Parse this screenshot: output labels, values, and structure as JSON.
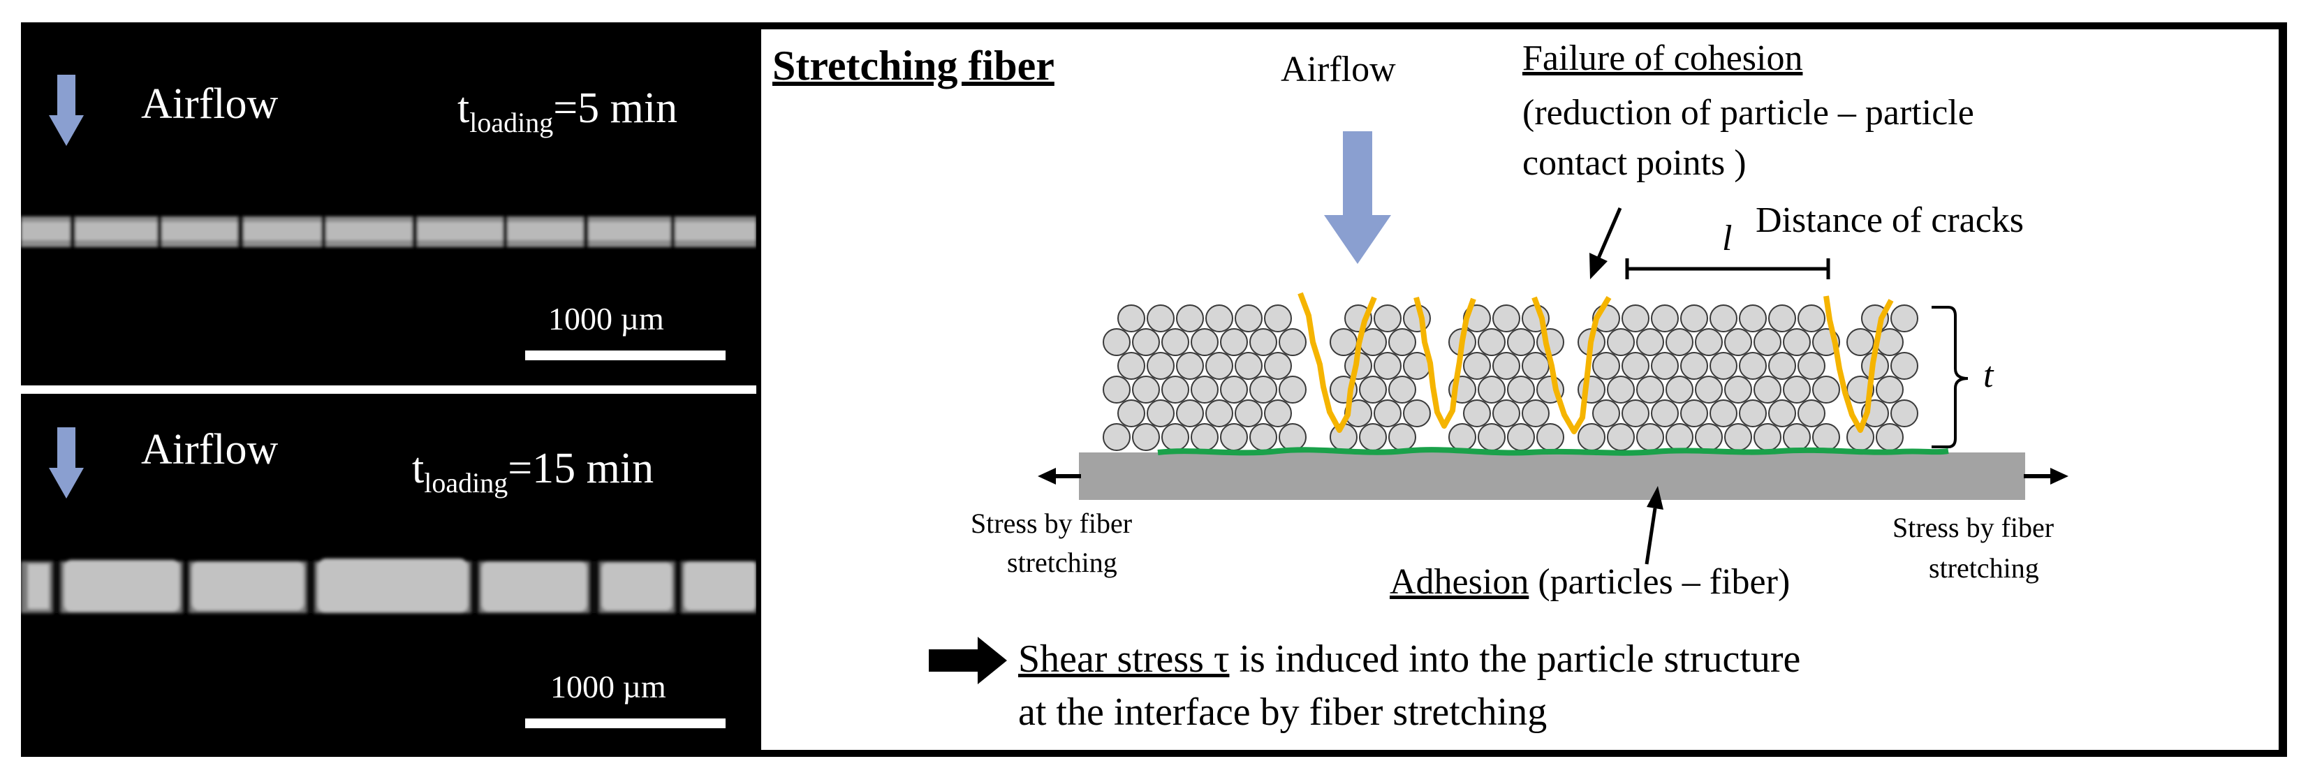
{
  "micrograph_top": {
    "airflow_label": "Airflow",
    "time_prefix": "t",
    "time_sub": "loading",
    "time_value": "=5 min",
    "scale_label": "1000 µm"
  },
  "micrograph_bottom": {
    "airflow_label": "Airflow",
    "time_prefix": "t",
    "time_sub": "loading",
    "time_value": "=15 min",
    "scale_label": "1000 µm"
  },
  "diagram": {
    "title": "Stretching fiber",
    "airflow_label": "Airflow",
    "cohesion_title": "Failure of cohesion",
    "cohesion_line1": "(reduction of particle – particle",
    "cohesion_line2": "contact points )",
    "crack_symbol": "l",
    "crack_label": "Distance of cracks",
    "thickness_symbol": "t",
    "stress_left_line1": "Stress by fiber",
    "stress_left_line2": "stretching",
    "stress_right_line1": "Stress by fiber",
    "stress_right_line2": "stretching",
    "adhesion_word": "Adhesion",
    "adhesion_rest": " (particles – fiber)",
    "shear_underlined": "Shear stress τ",
    "shear_rest": " is induced into the particle structure",
    "shear_line2": "at the interface by fiber stretching"
  },
  "colors": {
    "airflow_arrow": "#8a9fd0",
    "crack": "#f5b400",
    "adhesion": "#1aa14a",
    "fiber": "#a3a3a3",
    "particle_fill": "#d6d6d6"
  }
}
